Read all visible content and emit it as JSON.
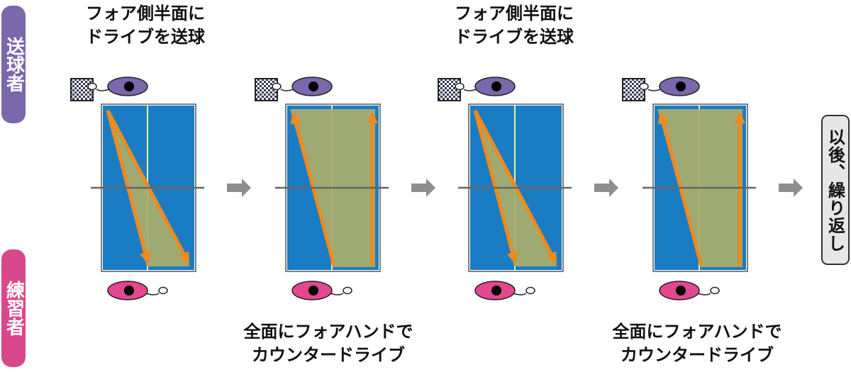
{
  "labels": {
    "server": "送球者",
    "practicer": "練習者"
  },
  "captions": {
    "server_1": [
      "フォア側半面に",
      "ドライブを送球"
    ],
    "server_2": [
      "フォア側半面に",
      "ドライブを送球"
    ],
    "practicer_1": [
      "全面にフォアハンドで",
      "カウンタードライブ"
    ],
    "practicer_2": [
      "全面にフォアハンドで",
      "カウンタードライブ"
    ]
  },
  "repeat_label": "以後、繰り返し",
  "panels": [
    "serve",
    "counter",
    "serve",
    "counter"
  ],
  "colors": {
    "table": "#1a7cc2",
    "table_border": "#555555",
    "center_line": "#f3ee9a",
    "trajectory_fill": "#a7ad6e",
    "arrow": "#ef8a1f",
    "server_eye": "#7b67ac",
    "practicer_eye": "#e2478f",
    "step_arrow": "#8e8e8e"
  }
}
